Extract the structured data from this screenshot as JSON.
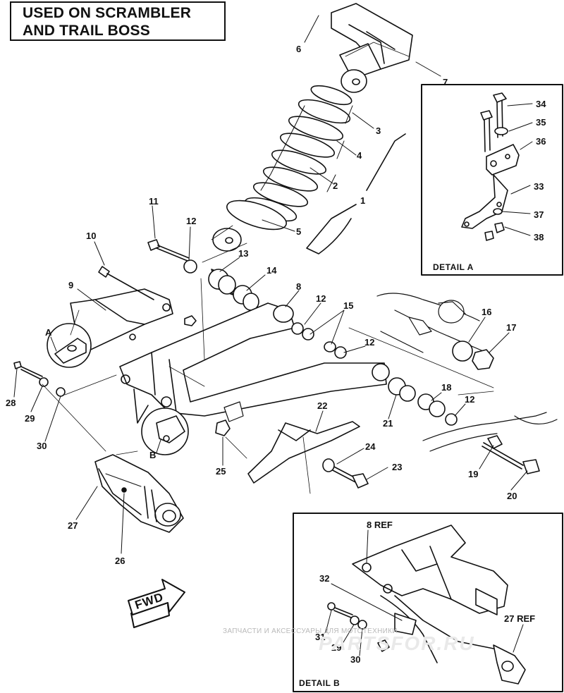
{
  "header": {
    "line1": "USED ON SCRAMBLER",
    "line2": "AND TRAIL BOSS"
  },
  "callouts": {
    "c1": "1",
    "c2": "2",
    "c3": "3",
    "c4": "4",
    "c5": "5",
    "c6": "6",
    "c7": "7",
    "c8": "8",
    "c9": "9",
    "c10": "10",
    "c11": "11",
    "c12a": "12",
    "c12b": "12",
    "c12c": "12",
    "c12d": "12",
    "c13": "13",
    "c14": "14",
    "c15": "15",
    "c16": "16",
    "c17": "17",
    "c18": "18",
    "c19": "19",
    "c20": "20",
    "c21": "21",
    "c22": "22",
    "c23": "23",
    "c24": "24",
    "c25": "25",
    "c26": "26",
    "c27": "27",
    "c28": "28",
    "c29": "29",
    "c30": "30",
    "cA": "A",
    "cB": "B"
  },
  "detail_a": {
    "caption": "DETAIL A",
    "callouts": {
      "c33": "33",
      "c34": "34",
      "c35": "35",
      "c36": "36",
      "c37": "37",
      "c38": "38"
    }
  },
  "detail_b": {
    "caption": "DETAIL B",
    "callouts": {
      "c8ref": "8 REF",
      "c27ref": "27 REF",
      "c29": "29",
      "c30": "30",
      "c31": "31",
      "c32": "32"
    }
  },
  "fwd_label": "FWD",
  "watermark": {
    "line": "ЗАПЧАСТИ И АКСЕССУАРЫ ДЛЯ МОТОТЕХНИКИ",
    "logo": "PARTSFOR.RU"
  }
}
